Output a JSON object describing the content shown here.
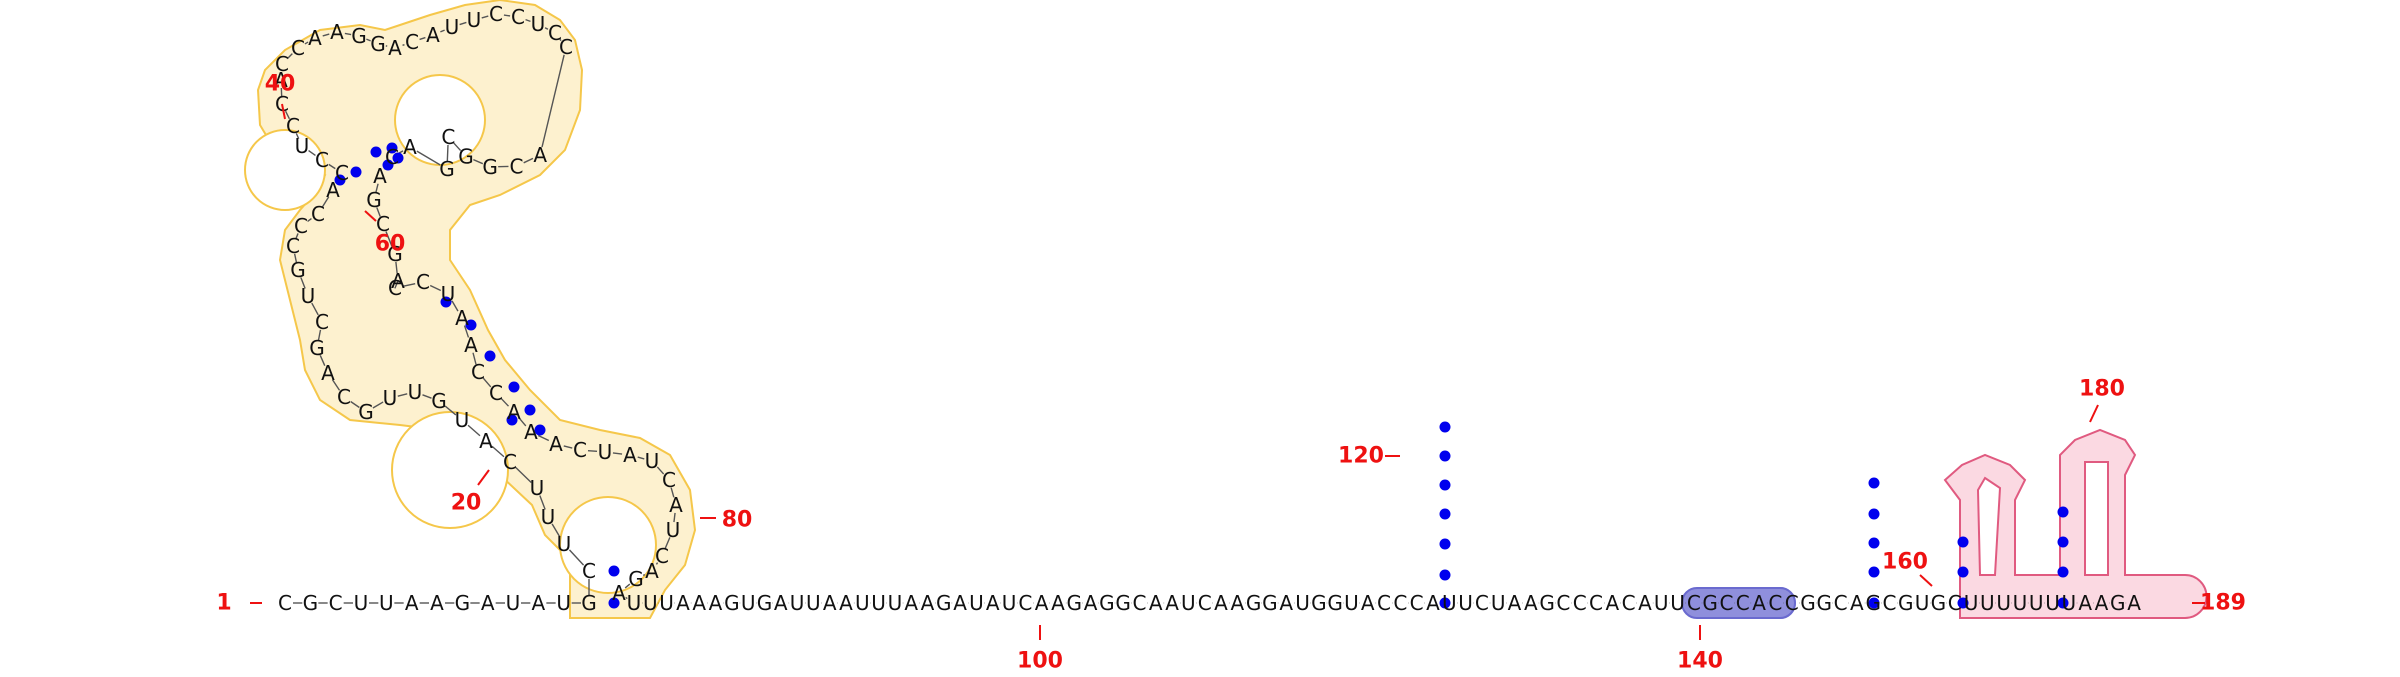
{
  "structure": {
    "sequence": "CGCUUAAGAUAUGCUUUCAUGUUGCAGCUGCCCACCUCCACCAAGGACAUUCCUCCACGGCGACAGCGACCUAACCAAACUAUCAUCAGAUUUAAAGUGAUUAAUUUAAGAUAUCAAGAGGCAAUCAAGGAUGGUACCCAUUCUAAGCCCACAUUCGCCACCGGCAGCGUGCUUUUUUUAAGA",
    "pairs_label": "dot-bracket",
    "colors": {
      "number": "#ee1111",
      "pair_dot": "#0000ee",
      "yellow_fill": "#fdf1cf",
      "yellow_stroke": "#f5c74a",
      "pink_fill": "#fbd9e2",
      "pink_stroke": "#e05a80",
      "blue_fill": "#8f8fdc",
      "blue_stroke": "#6a6acf"
    }
  },
  "position_labels": [
    "1",
    "20",
    "40",
    "60",
    "80",
    "100",
    "120",
    "140",
    "160",
    "180",
    "189"
  ]
}
